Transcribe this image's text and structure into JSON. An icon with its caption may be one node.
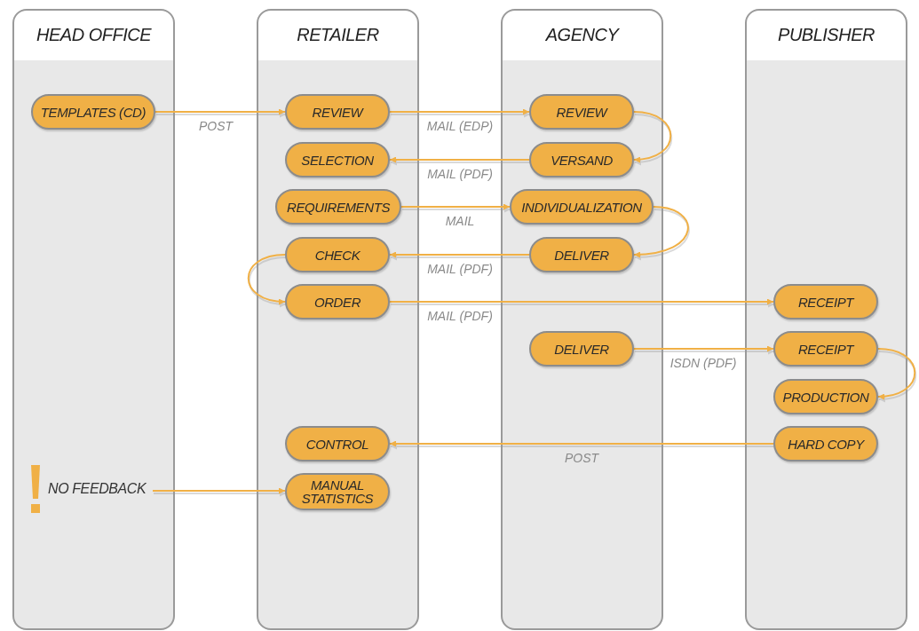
{
  "diagram": {
    "nodes": [
      {
        "text": [
          "HEAD OFFICE"
        ]
      },
      {
        "text": [
          "RETAILER"
        ]
      },
      {
        "text": [
          "AGENCY"
        ]
      },
      {
        "text": [
          "PUBLISHER"
        ]
      },
      {
        "text": [
          "TEMPLATES (CD)"
        ],
        "in": 0
      },
      {
        "text": [
          "REVIEW"
        ],
        "in": 1
      },
      {
        "text": [
          "SELECTION"
        ],
        "in": 1
      },
      {
        "text": [
          "REQUIREMENTS"
        ],
        "in": 1
      },
      {
        "text": [
          "CHECK"
        ],
        "in": 1
      },
      {
        "text": [
          "ORDER"
        ],
        "in": 1
      },
      {
        "text": [
          "CONTROL"
        ],
        "in": 1
      },
      {
        "text": [
          "MANUAL STATISTICS"
        ],
        "in": 1
      },
      {
        "text": [
          "REVIEW"
        ],
        "in": 2
      },
      {
        "text": [
          "VERSAND"
        ],
        "in": 2
      },
      {
        "text": [
          "INDIVIDUALIZATION"
        ],
        "in": 2
      },
      {
        "text": [
          "DELIVER"
        ],
        "in": 2
      },
      {
        "text": [
          "DELIVER"
        ],
        "in": 2
      },
      {
        "text": [
          "RECEIPT"
        ],
        "in": 3
      },
      {
        "text": [
          "RECEIPT"
        ],
        "in": 3
      },
      {
        "text": [
          "PRODUCTION"
        ],
        "in": 3
      },
      {
        "text": [
          "HARD COPY"
        ],
        "in": 3
      },
      {
        "text": [
          "NO FEEDBACK"
        ],
        "in": 0
      }
    ],
    "edges": [
      {
        "from": 4,
        "to": 5,
        "arrow": "to",
        "label": "POST"
      },
      {
        "from": 5,
        "to": 12,
        "arrow": "to",
        "label": "MAIL (EDP)"
      },
      {
        "from": 12,
        "to": 13,
        "arrow": "to"
      },
      {
        "from": 13,
        "to": 6,
        "arrow": "to",
        "label": "MAIL (PDF)"
      },
      {
        "from": 7,
        "to": 14,
        "arrow": "to",
        "label": "MAIL"
      },
      {
        "from": 14,
        "to": 15,
        "arrow": "to"
      },
      {
        "from": 15,
        "to": 8,
        "arrow": "to",
        "label": "MAIL (PDF)"
      },
      {
        "from": 8,
        "to": 9,
        "arrow": "to"
      },
      {
        "from": 9,
        "to": 17,
        "arrow": "to",
        "label": "MAIL (PDF)"
      },
      {
        "from": 16,
        "to": 18,
        "arrow": "to",
        "label": "ISDN (PDF)"
      },
      {
        "from": 18,
        "to": 19,
        "arrow": "to"
      },
      {
        "from": 20,
        "to": 10,
        "arrow": "to",
        "label": "POST"
      },
      {
        "from": 21,
        "to": 11,
        "arrow": "to"
      }
    ]
  }
}
